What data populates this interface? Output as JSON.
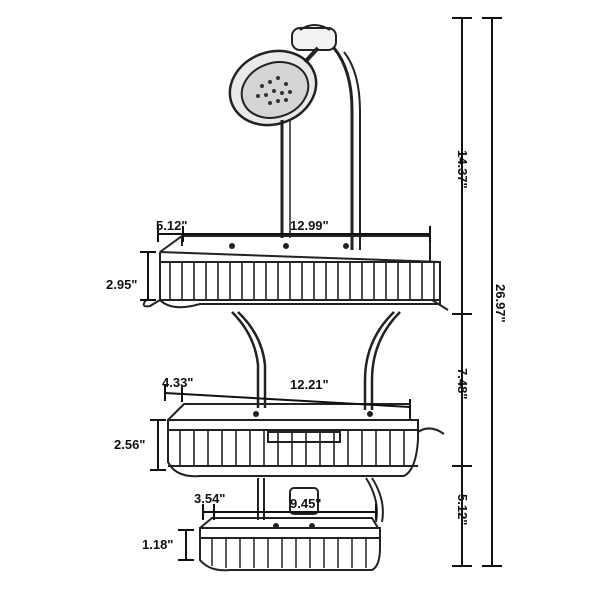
{
  "diagram": {
    "subject": "shower caddy",
    "dimensions": {
      "top_depth": "5.12\"",
      "top_width": "12.99\"",
      "top_height": "2.95\"",
      "mid_depth": "4.33\"",
      "mid_width": "12.21\"",
      "mid_height": "2.56\"",
      "bottom_depth": "3.54\"",
      "bottom_width": "9.45\"",
      "bottom_height": "1.18\"",
      "span_head_to_top": "14.37\"",
      "span_top_to_mid": "7.48\"",
      "span_mid_to_bottom": "5.12\"",
      "total_height": "26.97\""
    }
  }
}
